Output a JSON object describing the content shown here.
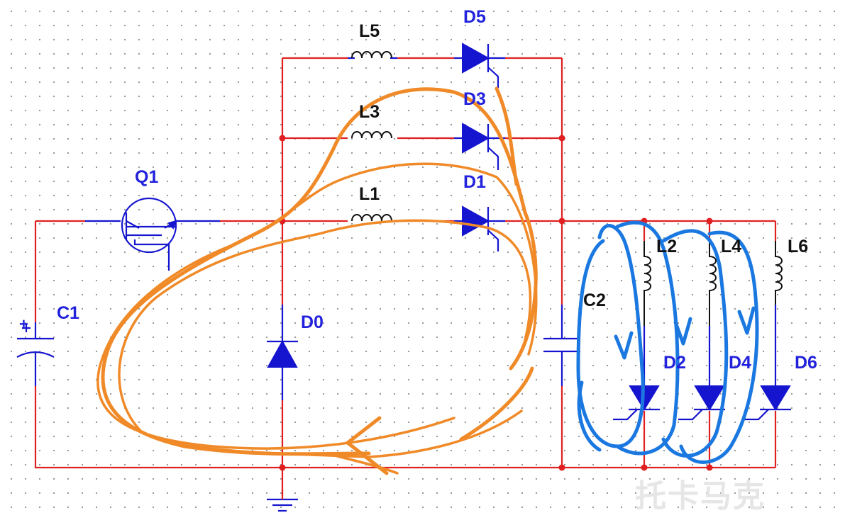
{
  "labels": {
    "L5": "L5",
    "D5": "D5",
    "L3": "L3",
    "D3": "D3",
    "L1": "L1",
    "D1": "D1",
    "Q1": "Q1",
    "C1": "C1",
    "D0": "D0",
    "C2": "C2",
    "L2": "L2",
    "L4": "L4",
    "L6": "L6",
    "D2": "D2",
    "D4": "D4",
    "D6": "D6",
    "C1_polarity": "+"
  },
  "watermark": "托卡马克",
  "colors": {
    "wire": "#e02020",
    "component": "#1515d0",
    "inductor": "#111111",
    "annotation_orange": "#f08a28",
    "annotation_blue": "#1a78e0"
  }
}
